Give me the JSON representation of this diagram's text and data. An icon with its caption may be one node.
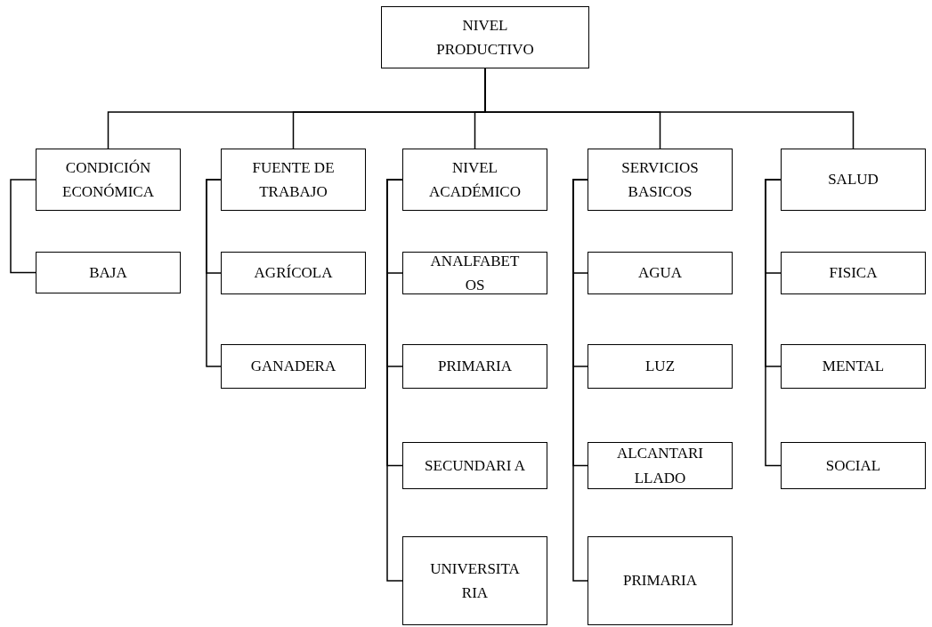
{
  "diagram": {
    "nodes": [
      {
        "text": [
          "NIVEL PRODUCTIVO"
        ]
      },
      {
        "text": [
          "CONDICIÓN ECONÓMICA"
        ]
      },
      {
        "text": [
          "BAJA"
        ]
      },
      {
        "text": [
          "FUENTE DE TRABAJO"
        ]
      },
      {
        "text": [
          "AGRÍCOLA"
        ]
      },
      {
        "text": [
          "GANADERA"
        ]
      },
      {
        "text": [
          "NIVEL ACADÉMICO"
        ]
      },
      {
        "text": [
          "ANALFABET OS"
        ]
      },
      {
        "text": [
          "PRIMARIA"
        ]
      },
      {
        "text": [
          "SECUNDARI A"
        ]
      },
      {
        "text": [
          "UNIVERSITA RIA"
        ]
      },
      {
        "text": [
          "SERVICIOS BASICOS"
        ]
      },
      {
        "text": [
          "AGUA"
        ]
      },
      {
        "text": [
          "LUZ"
        ]
      },
      {
        "text": [
          "ALCANTARI LLADO"
        ]
      },
      {
        "text": [
          "PRIMARIA"
        ]
      },
      {
        "text": [
          "SALUD"
        ]
      },
      {
        "text": [
          "FISICA"
        ]
      },
      {
        "text": [
          "MENTAL"
        ]
      },
      {
        "text": [
          "SOCIAL"
        ]
      }
    ],
    "edges": [
      {
        "from": 0,
        "to": 1,
        "arrow": "none"
      },
      {
        "from": 0,
        "to": 3,
        "arrow": "none"
      },
      {
        "from": 0,
        "to": 6,
        "arrow": "none"
      },
      {
        "from": 0,
        "to": 11,
        "arrow": "none"
      },
      {
        "from": 0,
        "to": 16,
        "arrow": "none"
      },
      {
        "from": 1,
        "to": 2,
        "arrow": "none"
      },
      {
        "from": 3,
        "to": 4,
        "arrow": "none"
      },
      {
        "from": 3,
        "to": 5,
        "arrow": "none"
      },
      {
        "from": 6,
        "to": 7,
        "arrow": "none"
      },
      {
        "from": 6,
        "to": 8,
        "arrow": "none"
      },
      {
        "from": 6,
        "to": 9,
        "arrow": "none"
      },
      {
        "from": 6,
        "to": 10,
        "arrow": "none"
      },
      {
        "from": 11,
        "to": 12,
        "arrow": "none"
      },
      {
        "from": 11,
        "to": 13,
        "arrow": "none"
      },
      {
        "from": 11,
        "to": 14,
        "arrow": "none"
      },
      {
        "from": 11,
        "to": 15,
        "arrow": "none"
      },
      {
        "from": 16,
        "to": 17,
        "arrow": "none"
      },
      {
        "from": 16,
        "to": 18,
        "arrow": "none"
      },
      {
        "from": 16,
        "to": 19,
        "arrow": "none"
      }
    ]
  }
}
